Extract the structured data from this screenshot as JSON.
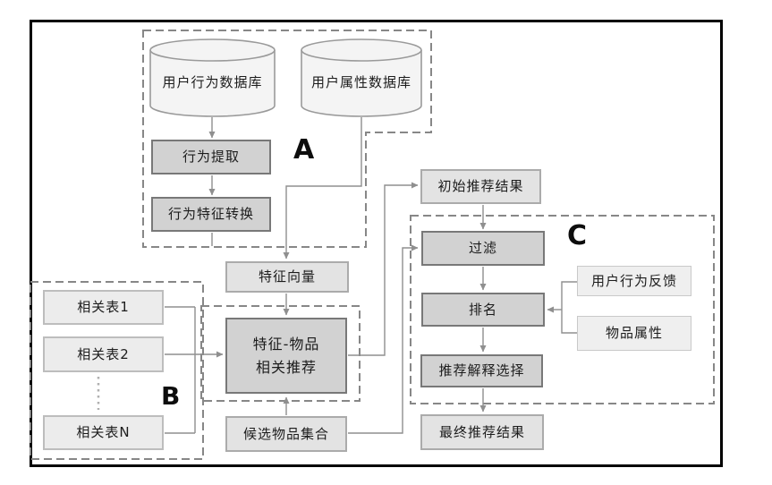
{
  "diagram": {
    "sections": {
      "a": "A",
      "b": "B",
      "c": "C"
    },
    "databases": {
      "user_behavior": "用户行为数据库",
      "user_attributes": "用户属性数据库"
    },
    "nodes": {
      "behavior_extraction": "行为提取",
      "behavior_feature_conversion": "行为特征转换",
      "feature_vector": "特征向量",
      "feature_item_rec_line1": "特征-物品",
      "feature_item_rec_line2": "相关推荐",
      "candidate_item_set": "候选物品集合",
      "related_table_1": "相关表1",
      "related_table_2": "相关表2",
      "related_table_n": "相关表N",
      "initial_results": "初始推荐结果",
      "filter": "过滤",
      "ranking": "排名",
      "explanation_selection": "推荐解释选择",
      "final_results": "最终推荐结果",
      "user_behavior_feedback": "用户行为反馈",
      "item_attributes": "物品属性"
    },
    "colors": {
      "frame_border": "#000000",
      "process_fill": "#d2d2d2",
      "process_border": "#787878",
      "data_fill": "#e3e3e3",
      "data_border": "#ababab",
      "input_fill": "#efefef",
      "cylinder_fill": "#f4f4f4",
      "connector": "#8f8f8f",
      "dashed_outline": "#878787"
    }
  }
}
